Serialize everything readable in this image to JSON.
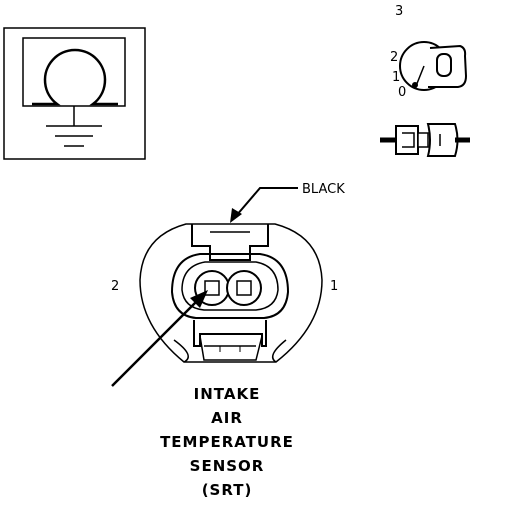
{
  "wire_color_label": "BLACK",
  "pin_labels": {
    "left": "2",
    "right": "1"
  },
  "key_positions": [
    "3",
    "2",
    "1",
    "0"
  ],
  "title_lines": [
    "INTAKE",
    "AIR",
    "TEMPERATURE",
    "SENSOR",
    "(SRT)"
  ],
  "icons": {
    "ohmmeter": "ohmmeter-ground-icon",
    "ignition": "ignition-key-switch-icon",
    "connector": "connector-plug-icon"
  }
}
